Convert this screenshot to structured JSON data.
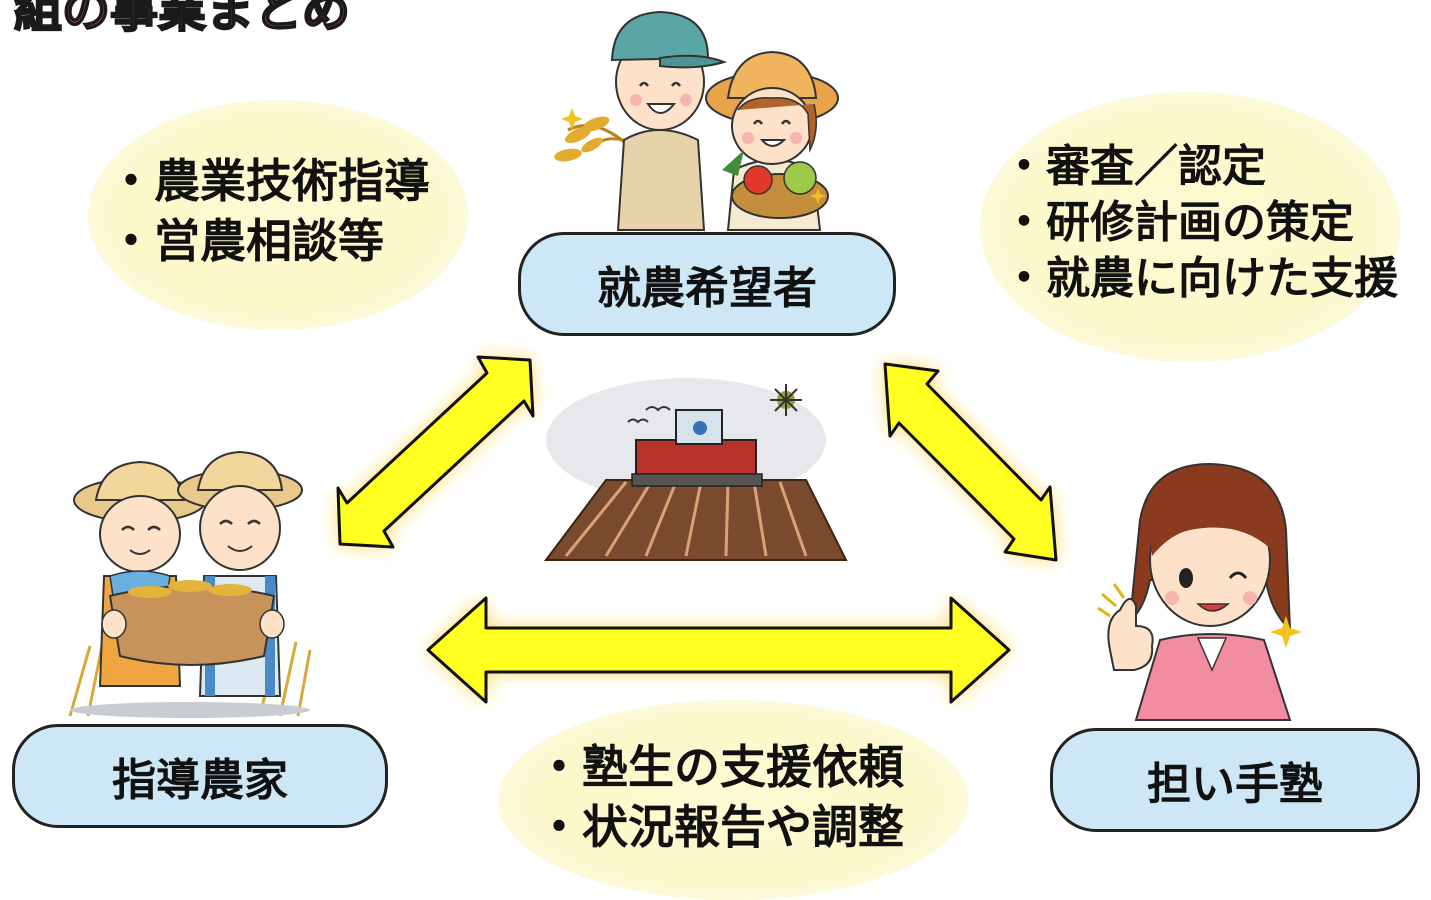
{
  "title_fragment": "組の事業まとめ",
  "roles": {
    "applicant": "就農希望者",
    "mentor_farmer": "指導農家",
    "school": "担い手塾"
  },
  "notes": {
    "mentor_support": [
      "・農業技術指導",
      "・営農相談等"
    ],
    "school_support": [
      "・審査／認定",
      "・研修計画の策定",
      "・就農に向けた支援"
    ],
    "coordination": [
      "・塾生の支援依頼",
      "・状況報告や調整"
    ]
  },
  "colors": {
    "arrow_fill": "#ffff22",
    "arrow_glow": "#ffd21f",
    "pill_fill": "#cde7f6",
    "cloud_fill": "#fbf8c9"
  }
}
